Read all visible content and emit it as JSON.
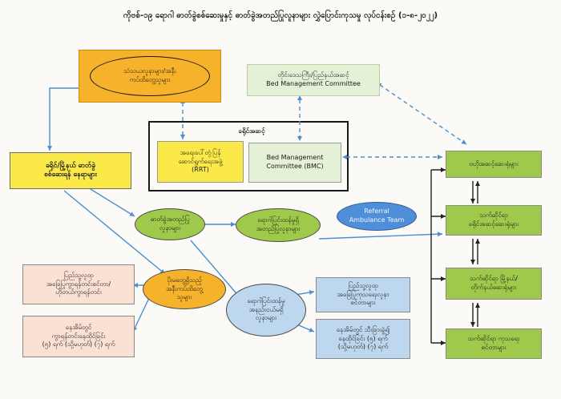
{
  "title": "ကိုဗစ်-၁၉ ရောဂါ ဓာတ်ခွဲစစ်ဆေးမှုနှင့် ဓာတ်ခွဲအတည်ပြုလူနာများ လွှဲပြောင်းကုသမှု လုပ်ငန်းစဉ် (၁-၈-၂၀၂၂)",
  "nodes": {
    "suspect_ellipse": "သံသယလူနာများ/အနီး\nကပ်ထိတွေ့သူများ",
    "regional_committee": "တိုင်းဒေသကြီး/ပြည်နယ်အဆင့်\nBed Management Committee",
    "district_header": "ခရိုင်အဆင့်",
    "rrt": "အရေးပေါ်တုံ့ပြန်\nဆောင်ရွက်ရေးအဖွဲ့\n(RRT)",
    "bmc": "Bed Management\nCommittee (BMC)",
    "testing_sites": "ခရိုင်/မြို့နယ် ဓာတ်ခွဲ\nစစ်ဆေးရန် နေရာများ",
    "positive_ellipse": "ဓာတ်ခွဲအတည်ပြု\nလူနာများ",
    "symptomatic_ellipse": "ရောဂါပြင်းထန်မှုရှိ\nအတည်ပြုလူနာများ",
    "ambulance_ellipse": "Referral\nAmbulance Team",
    "contacts_ellipse": "ပိုးမတွေ့ရှိသည့်\nအနီးကပ်ထိတွေ့\nသူများ",
    "mild_ellipse": "ရောဂါပြင်းထန်မှု\nအနည်းငယ်မရှိ\nလူနာများ",
    "quarantine_box": "ပြည်သူ့လူထု\nအခြေပြုကွာရန်တင်းစင်တာ/\nဟိုတယ်ကွာရန်တင်း",
    "home_quarantine_box": "နေအိမ်တွင်\nကွာရန်တင်းနေထိုင်ခြင်း\n(၅) ရက် (သို့မဟုတ်) (၇) ရက်",
    "community_center_box": "ပြည်သူ့လူထု\nအခြေပြုကုသရေးလူနာ\nစင်တာများ",
    "home_isolation_box": "နေအိမ်တွင် သီးခြားခွဲ၍\nနေထိုင်ခြင်း (၅) ရက်\n(သို့မဟုတ်) (၇) ရက်",
    "central_hospital": "ဗဟိုအဆင့်ဆေးရုံများ",
    "district_hospital": "သက်ဆိုင်ရာ\nခရိုင်အဆင့်ဆေးရုံများ",
    "township_hospital": "သက်ဆိုင်ရာ မြို့နယ်/\nတိုက်နယ်ဆေးရုံများ",
    "treatment_center": "သက်ဆိုင်ရာ ကုသရေး\nစင်တာများ"
  },
  "colors": {
    "orange": "#f6b22a",
    "yellow": "#fbe94a",
    "green": "#9fc94a",
    "light_green": "#e5f1d6",
    "light_blue": "#bdd7ee",
    "blue_ellipse": "#4f8fd9",
    "pink": "#fbe0d4",
    "line_blue": "#4a8fd1",
    "line_black": "#222222"
  }
}
